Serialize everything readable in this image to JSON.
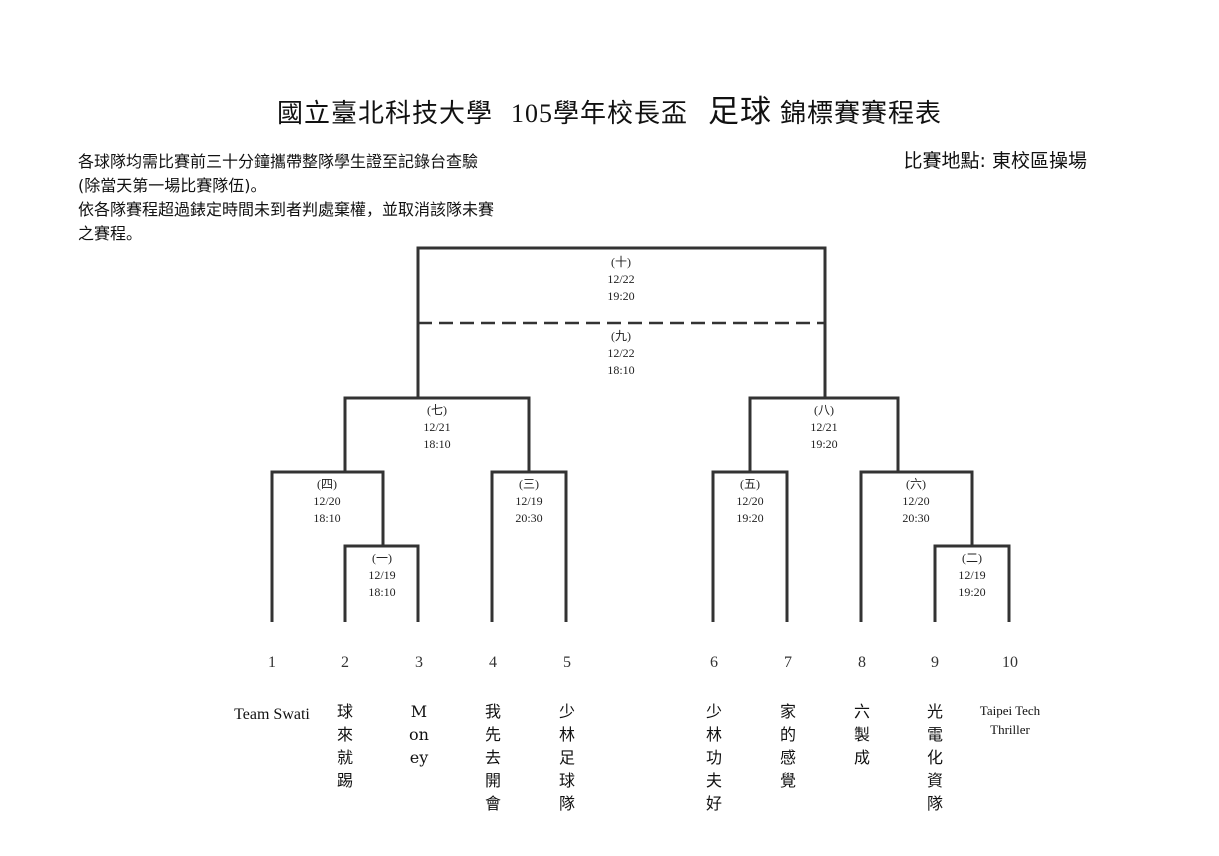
{
  "title": {
    "school": "國立臺北科技大學",
    "event": "105學年校長盃",
    "sport": "足球",
    "suffix": "錦標賽賽程表"
  },
  "notes": [
    "各球隊均需比賽前三十分鐘攜帶整隊學生證至記錄台查驗 (除當天第一場比賽隊伍)。",
    "依各隊賽程超過錶定時間未到者判處棄權，並取消該隊未賽之賽程。"
  ],
  "venue": "比賽地點: 東校區操場",
  "matches": [
    {
      "id": "m1",
      "label": "(一)",
      "date": "12/19",
      "time": "18:10"
    },
    {
      "id": "m2",
      "label": "(二)",
      "date": "12/19",
      "time": "19:20"
    },
    {
      "id": "m3",
      "label": "(三)",
      "date": "12/19",
      "time": "20:30"
    },
    {
      "id": "m4",
      "label": "(四)",
      "date": "12/20",
      "time": "18:10"
    },
    {
      "id": "m5",
      "label": "(五)",
      "date": "12/20",
      "time": "19:20"
    },
    {
      "id": "m6",
      "label": "(六)",
      "date": "12/20",
      "time": "20:30"
    },
    {
      "id": "m7",
      "label": "(七)",
      "date": "12/21",
      "time": "18:10"
    },
    {
      "id": "m8",
      "label": "(八)",
      "date": "12/21",
      "time": "19:20"
    },
    {
      "id": "m9",
      "label": "(九)",
      "date": "12/22",
      "time": "18:10"
    },
    {
      "id": "m10",
      "label": "(十)",
      "date": "12/22",
      "time": "19:20"
    }
  ],
  "teams": [
    {
      "seed": "1",
      "name": "Team Swati"
    },
    {
      "seed": "2",
      "name": "球來就踢"
    },
    {
      "seed": "3",
      "name": "Money"
    },
    {
      "seed": "4",
      "name": "我先去開會"
    },
    {
      "seed": "5",
      "name": "少林足球隊"
    },
    {
      "seed": "6",
      "name": "少林功夫好"
    },
    {
      "seed": "7",
      "name": "家的感覺"
    },
    {
      "seed": "8",
      "name": "六製成"
    },
    {
      "seed": "9",
      "name": "光電化資隊"
    },
    {
      "seed": "10",
      "name": "Taipei Tech Thriller"
    }
  ]
}
